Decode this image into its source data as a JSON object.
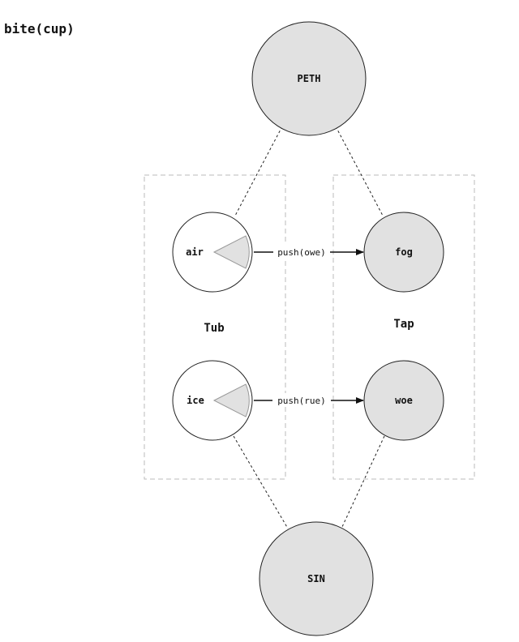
{
  "title": "bite(cup)",
  "groups": [
    {
      "id": "tub",
      "label": "Tub"
    },
    {
      "id": "tap",
      "label": "Tap"
    }
  ],
  "nodes": {
    "peth": "PETH",
    "sin": "SIN",
    "air": "air",
    "ice": "ice",
    "fog": "fog",
    "woe": "woe"
  },
  "edges": {
    "air_fog": "push(owe)",
    "ice_woe": "push(rue)"
  },
  "colors": {
    "node_fill": "#e1e1e1",
    "node_white": "#ffffff",
    "stroke": "#222222",
    "group_border": "#bbbbbb",
    "wedge_fill": "#e1e1e1"
  }
}
